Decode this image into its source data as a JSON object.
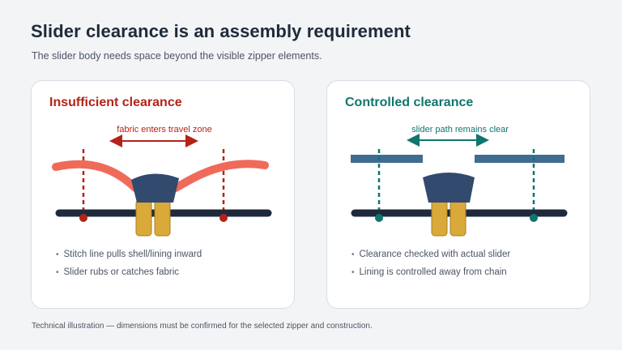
{
  "header": {
    "title": "Slider clearance is an assembly requirement",
    "subtitle": "The slider body needs space beyond the visible zipper elements."
  },
  "panels": {
    "insufficient": {
      "title": "Insufficient clearance",
      "arrow_label": "fabric enters travel zone",
      "bullets": [
        "Stitch line pulls shell/lining inward",
        "Slider rubs or catches fabric"
      ]
    },
    "controlled": {
      "title": "Controlled clearance",
      "arrow_label": "slider path remains clear",
      "bullets": [
        "Clearance checked with actual slider",
        "Lining is controlled away from chain"
      ]
    }
  },
  "footnote": "Technical illustration — dimensions must be confirmed for the selected zipper and construction.",
  "colors": {
    "danger": "#b42318",
    "success": "#0f766e",
    "chain": "#1e2a3b",
    "slider_body": "#324a6d",
    "slider_pull": "#d9a93a",
    "fabric_bad": "#f06a5a",
    "fabric_good": "#3f6d8f"
  }
}
